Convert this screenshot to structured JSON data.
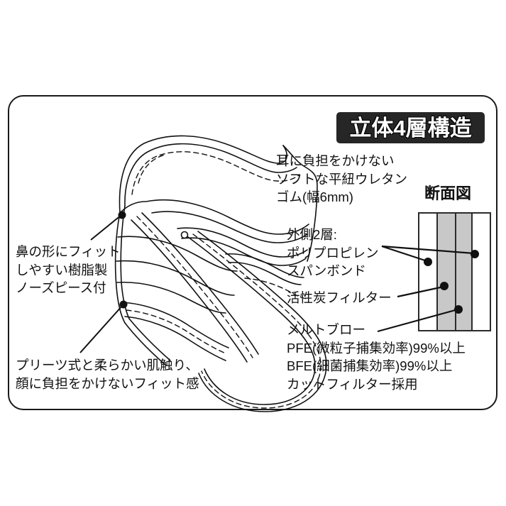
{
  "figure": {
    "title_badge": "立体4層構造",
    "cross_section_title": "断面図"
  },
  "callouts": {
    "ear_strap": "耳に負担をかけない\nソフトな平紐ウレタン\nゴム(幅6mm)",
    "nose_piece": "鼻の形にフィット\nしやすい樹脂製\nノーズピース付",
    "pleat_fit": "プリーツ式と柔らかい肌触り、\n顔に負担をかけないフィット感",
    "outer_layers": "外側2層:\nポリプロピレン\nスパンボンド",
    "carbon_filter": "活性炭フィルター",
    "meltblown": "メルトブロー\nPFE(微粒子捕集効率)99%以上\nBFE(細菌捕集効率)99%以上\nカットフィルター採用"
  },
  "cross_section": {
    "layers": [
      {
        "name": "outer-spunbond",
        "fill": "white"
      },
      {
        "name": "meltblown-filter",
        "fill": "gray"
      },
      {
        "name": "activated-carbon",
        "fill": "gray"
      },
      {
        "name": "inner-spunbond",
        "fill": "white"
      }
    ]
  },
  "colors": {
    "badge_background": "#262626",
    "badge_text": "#ffffff",
    "line": "#111111",
    "layer_gray": "#c8c8c8",
    "frame_border": "#1a1a1a",
    "page_background": "#ffffff"
  }
}
